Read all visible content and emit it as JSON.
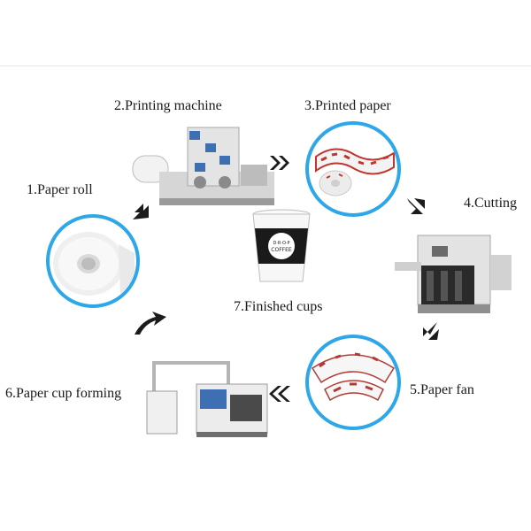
{
  "diagram": {
    "colors": {
      "circle_border": "#2ea7e8",
      "arrow": "#1c1c1c",
      "machine_blue": "#3f6fb3"
    },
    "steps": [
      {
        "label": "1.Paper roll"
      },
      {
        "label": "2.Printing machine"
      },
      {
        "label": "3.Printed paper"
      },
      {
        "label": "4.Cutting"
      },
      {
        "label": "5.Paper fan"
      },
      {
        "label": "6.Paper cup forming"
      },
      {
        "label": "7.Finished cups"
      }
    ],
    "cup_logo": {
      "line1": "D·R·O·P",
      "line2": "COFFEE"
    }
  }
}
